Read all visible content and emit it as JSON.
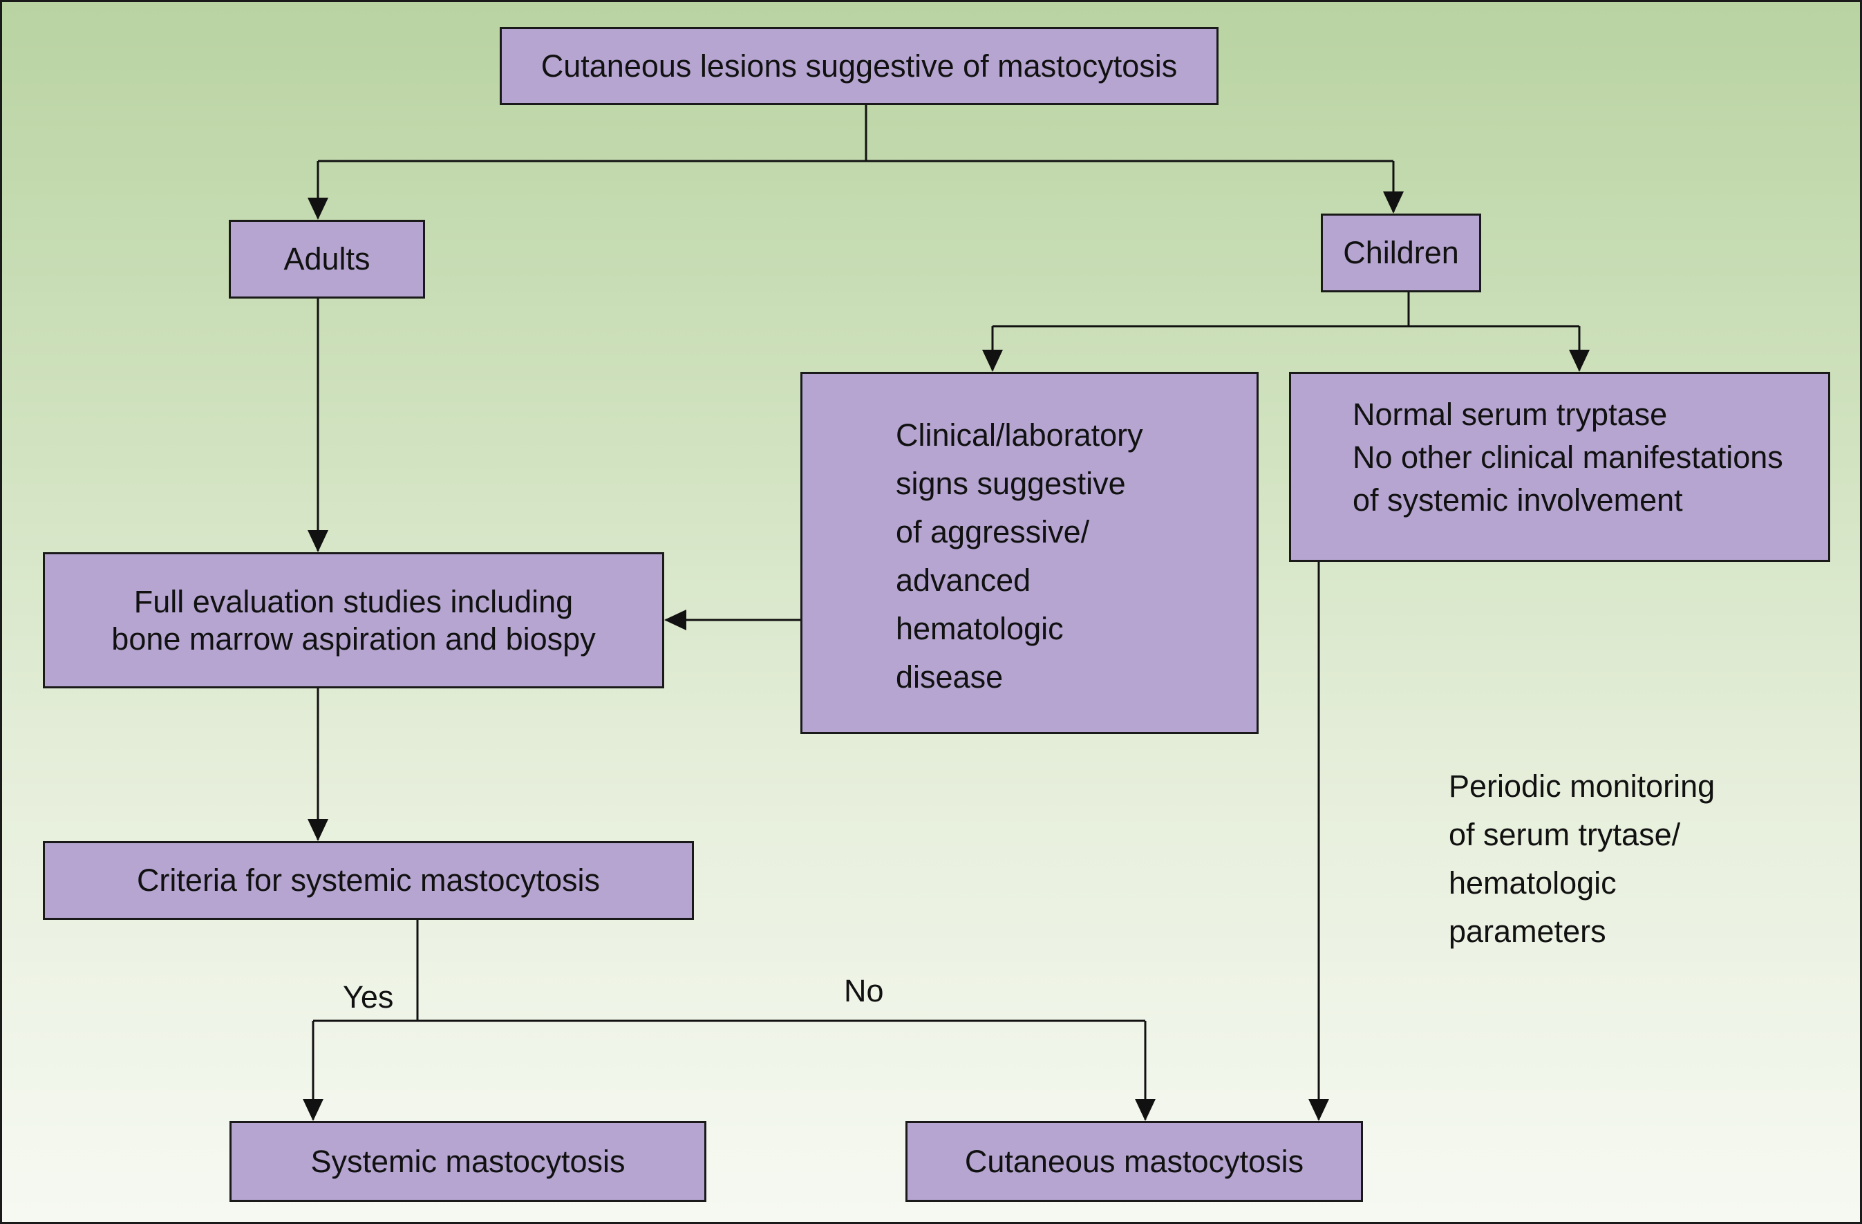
{
  "boxes": {
    "top": "Cutaneous lesions suggestive of mastocytosis",
    "adults": "Adults",
    "children": "Children",
    "signs": [
      "Clinical/laboratory",
      "signs suggestive",
      "of aggressive/",
      "advanced",
      "hematologic",
      "disease"
    ],
    "normal": [
      "Normal serum tryptase",
      "No other clinical manifestations",
      "of systemic involvement"
    ],
    "full_eval": [
      "Full evaluation studies including",
      "bone marrow aspiration and biospy"
    ],
    "criteria": "Criteria for systemic mastocytosis",
    "systemic": "Systemic mastocytosis",
    "cutaneous": "Cutaneous mastocytosis"
  },
  "labels": {
    "yes": "Yes",
    "no": "No",
    "monitoring": [
      "Periodic monitoring",
      "of serum trytase/",
      "hematologic",
      "parameters"
    ]
  },
  "colors": {
    "box_fill": "#b5a5d0",
    "border": "#1a1a1a",
    "background_top": "#b9d3a2",
    "background_bottom": "#f6f9f2"
  }
}
